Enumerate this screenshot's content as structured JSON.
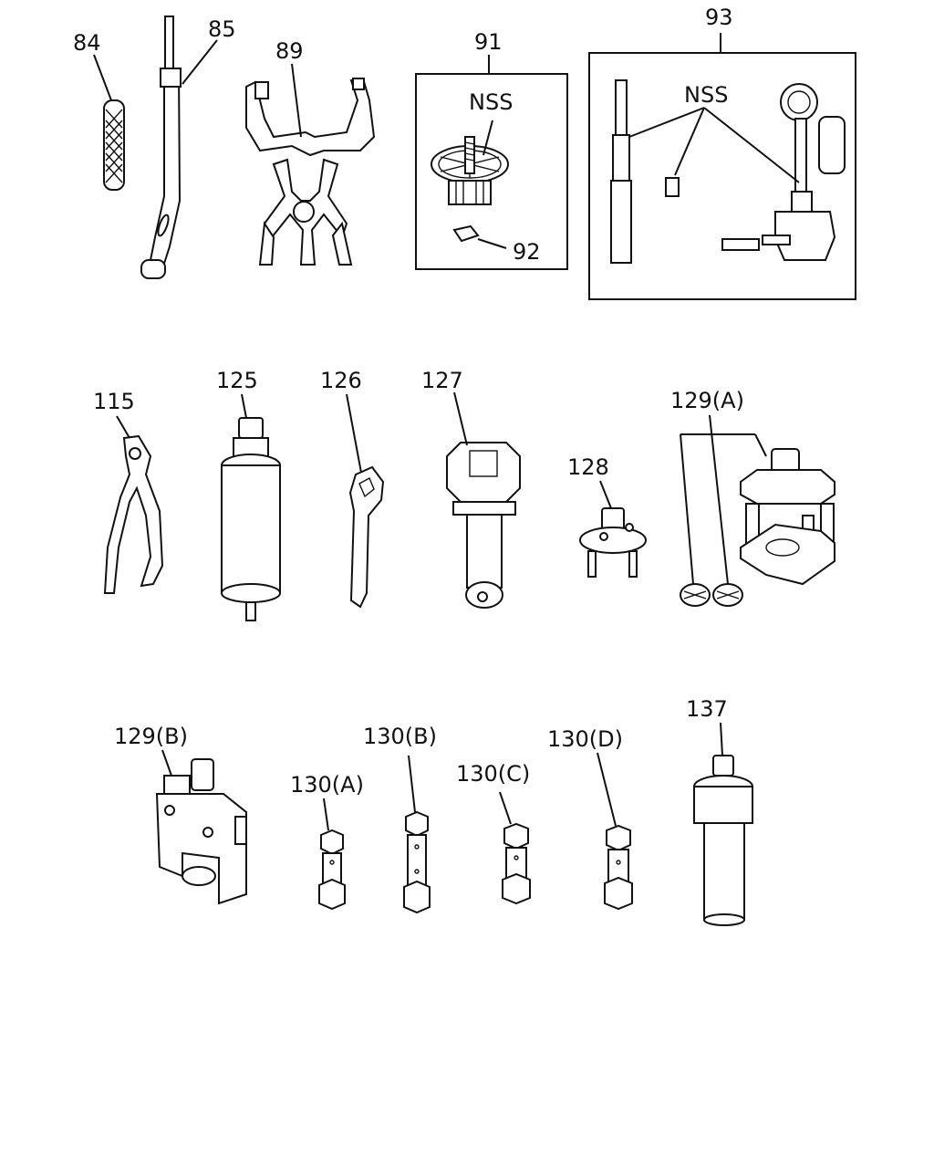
{
  "labels": {
    "p84": "84",
    "p85": "85",
    "p89": "89",
    "p91": "91",
    "p92": "92",
    "p93": "93",
    "nss1": "NSS",
    "nss2": "NSS",
    "p115": "115",
    "p125": "125",
    "p126": "126",
    "p127": "127",
    "p128": "128",
    "p129a": "129(A)",
    "p129b": "129(B)",
    "p130a": "130(A)",
    "p130b": "130(B)",
    "p130c": "130(C)",
    "p130d": "130(D)",
    "p137": "137"
  }
}
